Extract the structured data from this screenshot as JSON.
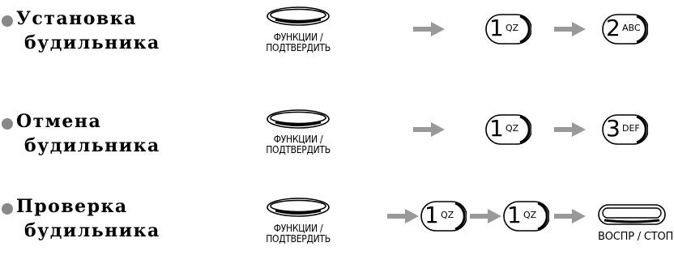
{
  "rows": [
    {
      "title_line1": "Установка",
      "title_line2": "будильника",
      "function_button_caption_line1": "ФУНКЦИИ /",
      "function_button_caption_line2": "ПОДТВЕРДИТЬ",
      "keys": [
        {
          "number": "1",
          "letters": "QZ"
        },
        {
          "number": "2",
          "letters": "ABC"
        }
      ]
    },
    {
      "title_line1": "Отмена",
      "title_line2": "будильника",
      "function_button_caption_line1": "ФУНКЦИИ /",
      "function_button_caption_line2": "ПОДТВЕРДИТЬ",
      "keys": [
        {
          "number": "1",
          "letters": "QZ"
        },
        {
          "number": "3",
          "letters": "DEF"
        }
      ]
    },
    {
      "title_line1": "Проверка",
      "title_line2": "будильника",
      "function_button_caption_line1": "ФУНКЦИИ /",
      "function_button_caption_line2": "ПОДТВЕРДИТЬ",
      "keys": [
        {
          "number": "1",
          "letters": "QZ"
        },
        {
          "number": "1",
          "letters": "QZ"
        }
      ],
      "play_button_caption": "ВОСПР / СТОП"
    }
  ],
  "colors": {
    "bullet": "#888888",
    "arrow": "#999999",
    "outline": "#000000"
  }
}
